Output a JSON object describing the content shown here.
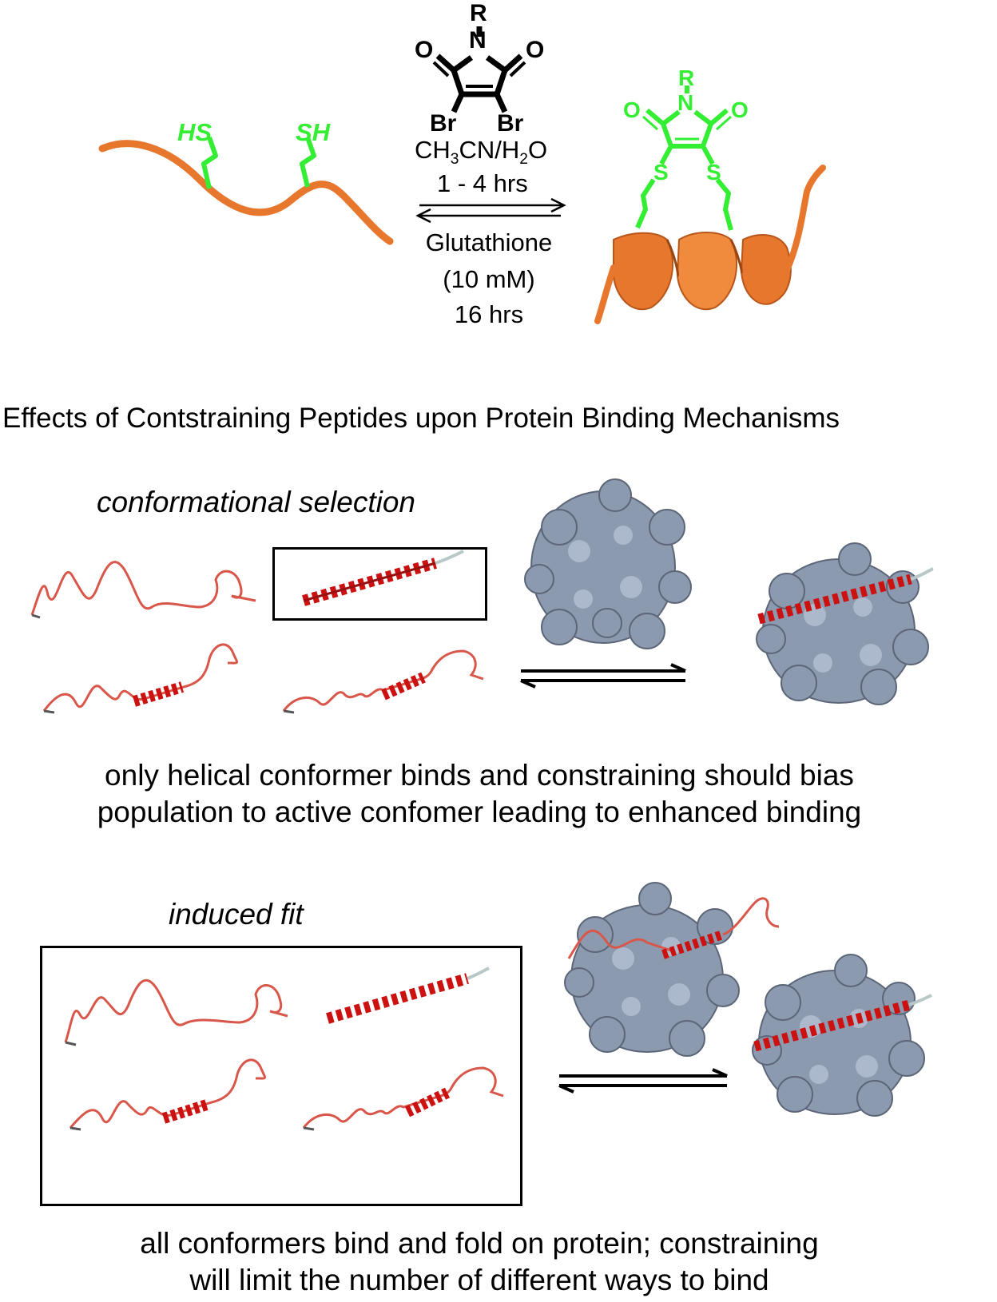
{
  "reaction": {
    "reagent": {
      "r_label": "R",
      "n_label": "N",
      "o_left": "O",
      "o_right": "O",
      "br_left": "Br",
      "br_right": "Br"
    },
    "conditions_forward": {
      "solvent_main_a": "CH",
      "solvent_sub_a": "3",
      "solvent_main_b": "CN/H",
      "solvent_sub_b": "2",
      "solvent_main_c": "O",
      "time": "1 - 4 hrs"
    },
    "conditions_reverse": {
      "reagent": "Glutathione",
      "concentration": "(10 mM)",
      "time": "16 hrs"
    },
    "left_peptide": {
      "thiol_left": "HS",
      "thiol_right": "SH"
    },
    "product": {
      "r_label": "R",
      "n_label": "N",
      "o_left": "O",
      "o_right": "O",
      "s_left": "S",
      "s_right": "S"
    }
  },
  "heading": "Effects of Contstraining Peptides upon Protein Binding Mechanisms",
  "section_conformational": {
    "label": "conformational selection",
    "caption_line1": "only helical conformer binds and constraining should bias",
    "caption_line2": "population to active confomer leading to enhanced binding"
  },
  "section_induced": {
    "label": "induced fit",
    "caption_line1": "all conformers bind and fold on protein; constraining",
    "caption_line2": "will limit the number of different ways to bind"
  },
  "colors": {
    "peptide_orange": "#e8772e",
    "linker_green": "#33ee33",
    "helix_red": "#cc1111",
    "coil_red": "#d9574a",
    "protein_gray": "#8c9ab0",
    "ink": "#000000"
  }
}
